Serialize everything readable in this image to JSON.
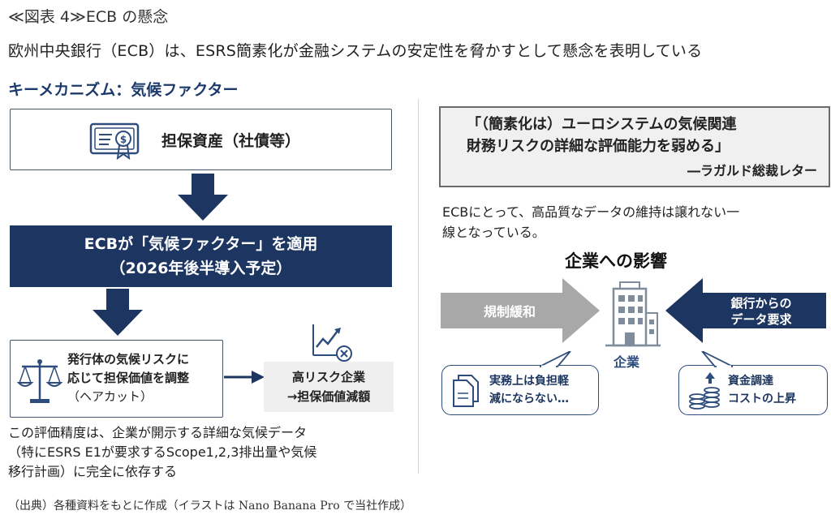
{
  "figure_label": "≪図表 4≫ECB の懸念",
  "headline": "欧州中央銀行（ECB）は、ESRS簡素化が金融システムの安定性を脅かすとして懸念を表明している",
  "left": {
    "mechanism_title": "キーメカニズム：気候ファクター",
    "collateral_label": "担保資産（社債等）",
    "ecb_apply_line1": "ECBが「気候ファクター」を適用",
    "ecb_apply_line2": "（2026年後半導入予定）",
    "haircut_line1": "発行体の気候リスクに",
    "haircut_line2": "応じて担保価値を調整",
    "haircut_line3": "（ヘアカット）",
    "highrisk_line1": "高リスク企業",
    "highrisk_line2": "→担保価値減額",
    "precision_line1": "この評価精度は、企業が開示する詳細な気候データ",
    "precision_line2": "（特にESRS E1が要求するScope1,2,3排出量や気候",
    "precision_line3": "移行計画）に完全に依存する"
  },
  "right": {
    "quote_line1": "「（簡素化は）ユーロシステムの気候関連",
    "quote_line2": "財務リスクの詳細な評価能力を弱める」",
    "quote_author": "―ラガルド総裁レター",
    "ecb_note_line1": "ECBにとって、高品質なデータの維持は譲れない一",
    "ecb_note_line2": "線となっている。",
    "impact_title": "企業への影響",
    "regulation_arrow_label": "規制緩和",
    "bank_arrow_line1": "銀行からの",
    "bank_arrow_line2": "データ要求",
    "company_label": "企業",
    "bubble_left_line1": "実務上は負担軽",
    "bubble_left_line2": "減にならない…",
    "bubble_right_line1": "資金調達",
    "bubble_right_line2": "コストの上昇"
  },
  "source_note": "（出典）各種資料をもとに作成（イラストは Nano Banana Pro で当社作成）",
  "colors": {
    "navy": "#1d3661",
    "mechanism_title": "#1b3a6b",
    "gray_arrow": "#a8a8a8",
    "quote_bg": "#f0f0f0",
    "highrisk_bg": "#efefef"
  },
  "icons": [
    "certificate-icon",
    "scale-icon",
    "trend-down-icon",
    "building-icon",
    "document-icon",
    "coins-icon",
    "up-arrow-icon"
  ]
}
